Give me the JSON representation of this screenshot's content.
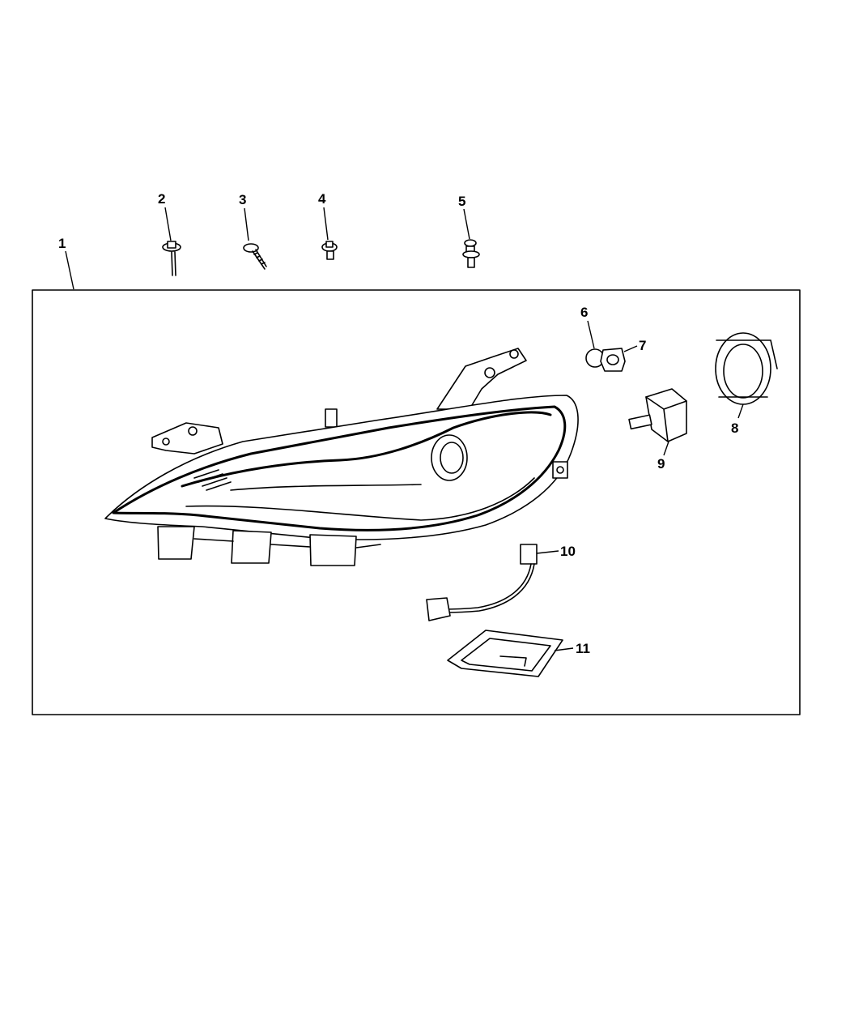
{
  "diagram": {
    "callouts": [
      {
        "id": "1",
        "text": "1"
      },
      {
        "id": "2",
        "text": "2"
      },
      {
        "id": "3",
        "text": "3"
      },
      {
        "id": "4",
        "text": "4"
      },
      {
        "id": "5",
        "text": "5"
      },
      {
        "id": "6",
        "text": "6"
      },
      {
        "id": "7",
        "text": "7"
      },
      {
        "id": "8",
        "text": "8"
      },
      {
        "id": "9",
        "text": "9"
      },
      {
        "id": "10",
        "text": "10"
      },
      {
        "id": "11",
        "text": "11"
      }
    ],
    "line_color": "#000000",
    "background_color": "#ffffff"
  }
}
